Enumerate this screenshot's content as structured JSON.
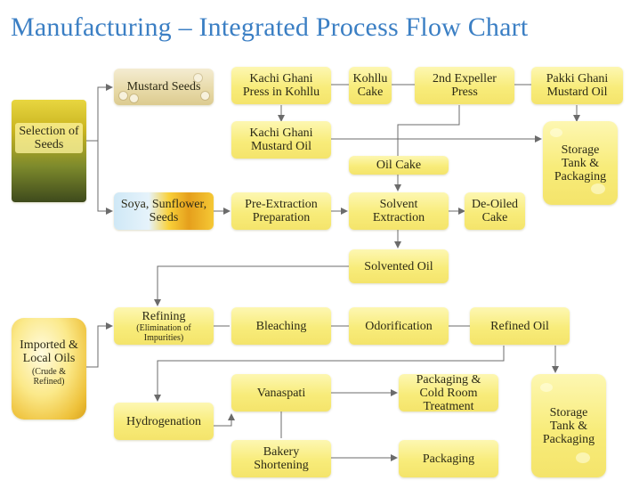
{
  "title": "Manufacturing – Integrated Process Flow Chart",
  "nodes": {
    "selection": "Selection of Seeds",
    "mustard_seeds": "Mustard Seeds",
    "soya": "Soya, Sunflower, Seeds",
    "kachi_press": "Kachi Ghani Press in Kohllu",
    "kohllu_cake": "Kohllu Cake",
    "second_expeller": "2nd Expeller Press",
    "pakki_oil": "Pakki Ghani Mustard Oil",
    "kachi_oil": "Kachi Ghani Mustard Oil",
    "storage_top": "Storage Tank & Packaging",
    "oil_cake": "Oil Cake",
    "pre_extraction": "Pre-Extraction Preparation",
    "solvent_extraction": "Solvent Extraction",
    "deoiled_cake": "De-Oiled Cake",
    "solvented_oil": "Solvented Oil",
    "imported_oils": "Imported & Local Oils",
    "imported_sub": "(Crude & Refined)",
    "refining": "Refining",
    "refining_sub": "(Elimination of Impurities)",
    "bleaching": "Bleaching",
    "odorification": "Odorification",
    "refined_oil": "Refined Oil",
    "storage_bottom": "Storage Tank & Packaging",
    "vanaspati": "Vanaspati",
    "packaging_cold": "Packaging & Cold Room Treatment",
    "hydrogenation": "Hydrogenation",
    "bakery": "Bakery Shortening",
    "packaging": "Packaging"
  },
  "colors": {
    "title": "#3b7fc4",
    "box_fill": "#f8ec7a",
    "connector": "#6b6b6b"
  }
}
